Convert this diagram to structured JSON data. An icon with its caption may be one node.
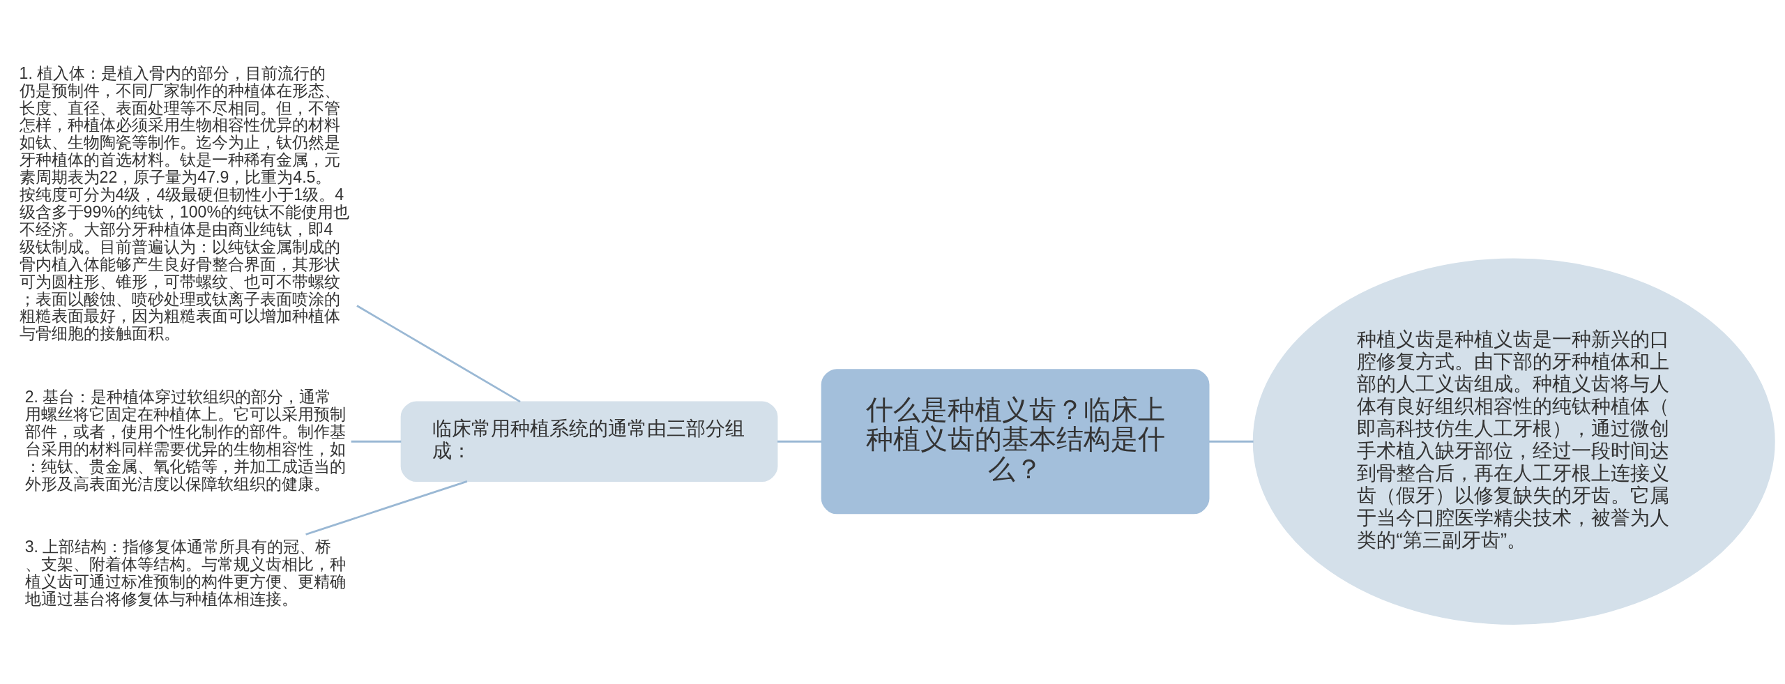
{
  "diagram": {
    "nodes": [
      {
        "text": [
          "什么是种植义齿？临床上种植义齿的基本结构是什么？"
        ]
      },
      {
        "text": [
          "种植义齿是种植义齿是一种新兴的口腔修复方式。由下部的牙种植体和上部的人工义齿组成。种植义齿将与人体有良好组织相容性的纯钛种植体（即高科技仿生人工牙根），通过微创手术植入缺牙部位，经过一段时间达到骨整合后，再在人工牙根上连接义齿（假牙）以修复缺失的牙齿。它属于当今口腔医学精尖技术，被誉为人类的“第三副牙齿”。"
        ]
      },
      {
        "text": [
          "临床常用种植系统的通常由三部分组成："
        ]
      },
      {
        "text": [
          "1. 植入体：是植入骨内的部分，目前流行的仍是预制件，不同厂家制作的种植体在形态、长度、直径、表面处理等不尽相同。但，不管怎样，种植体必须采用生物相容性优异的材料如钛、生物陶瓷等制作。迄今为止，钛仍然是牙种植体的首选材料。钛是一种稀有金属，元素周期表为22，原子量为47.9，比重为4.5。按纯度可分为4级，4级最硬但韧性小于1级。4级含多于99%的纯钛，100%的纯钛不能使用也不经济。大部分牙种植体是由商业纯钛，即4级钛制成。目前普遍认为：以纯钛金属制成的骨内植入体能够产生良好骨整合界面，其形状可为圆柱形、锥形，可带螺纹、也可不带螺纹；表面以酸蚀、喷砂处理或钛离子表面喷涂的粗糙表面最好，因为粗糙表面可以增加种植体与骨细胞的接触面积。"
        ]
      },
      {
        "text": [
          "2. 基台：是种植体穿过软组织的部分，通常用螺丝将它固定在种植体上。它可以采用预制部件，或者，使用个性化制作的部件。制作基台采用的材料同样需要优异的生物相容性，如：纯钛、贵金属、氧化锆等，并加工成适当的外形及高表面光洁度以保障软组织的健康。"
        ]
      },
      {
        "text": [
          "3. 上部结构：指修复体通常所具有的冠、桥、支架、附着体等结构。与常规义齿相比，种植义齿可通过标准预制的构件更方便、更精确地通过基台将修复体与种植体相连接。"
        ]
      }
    ],
    "edges": [
      {
        "from": 0,
        "to": 1,
        "arrow": "none"
      },
      {
        "from": 0,
        "to": 2,
        "arrow": "none"
      },
      {
        "from": 2,
        "to": 3,
        "arrow": "none"
      },
      {
        "from": 2,
        "to": 4,
        "arrow": "none"
      },
      {
        "from": 2,
        "to": 5,
        "arrow": "none"
      }
    ]
  }
}
